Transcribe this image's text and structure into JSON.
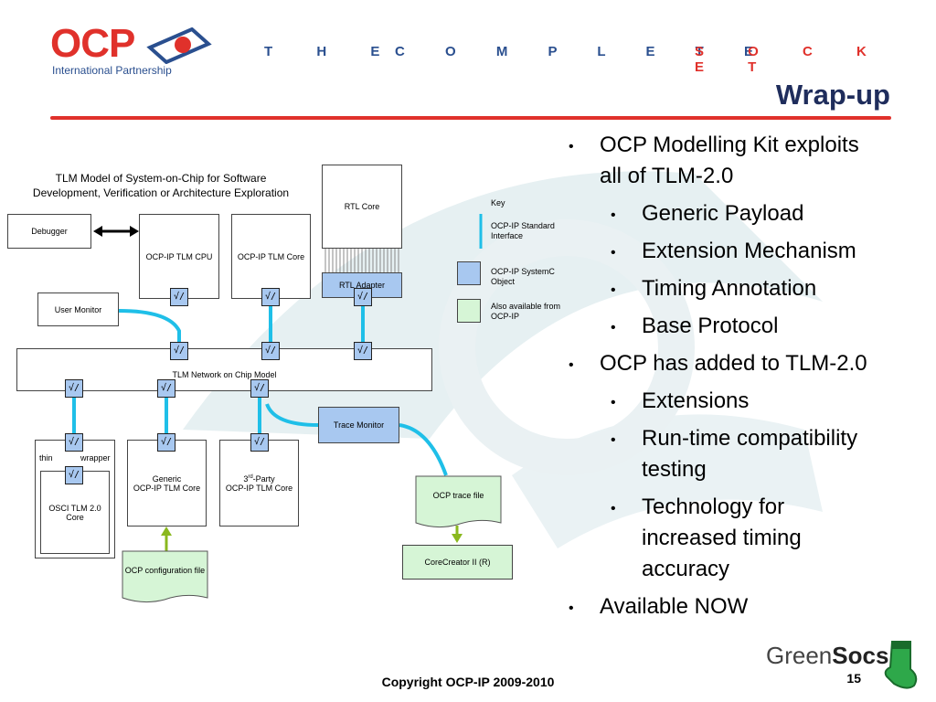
{
  "header": {
    "logo_text": "OCP",
    "logo_subtitle": "International Partnership",
    "tagline_the": "T H E",
    "tagline_complete": "C O M P L E T E",
    "tagline_socket": "S O C K E T",
    "title": "Wrap-up"
  },
  "bullets": [
    {
      "level": 1,
      "text": "OCP Modelling Kit exploits"
    },
    {
      "level": 1,
      "text": "all of TLM-2.0",
      "continuation": true
    },
    {
      "level": 2,
      "text": "Generic Payload"
    },
    {
      "level": 2,
      "text": "Extension Mechanism"
    },
    {
      "level": 2,
      "text": "Timing Annotation"
    },
    {
      "level": 2,
      "text": "Base Protocol"
    },
    {
      "level": 1,
      "text": "OCP has added to TLM-2.0"
    },
    {
      "level": 2,
      "text": "Extensions"
    },
    {
      "level": 2,
      "text": "Run-time compatibility"
    },
    {
      "level": 2,
      "text": "testing",
      "continuation": true
    },
    {
      "level": 2,
      "text": "Technology for"
    },
    {
      "level": 2,
      "text": "increased timing",
      "continuation": true
    },
    {
      "level": 2,
      "text": "accuracy",
      "continuation": true
    },
    {
      "level": 1,
      "text": "Available NOW"
    }
  ],
  "bullet_glyph": "•",
  "diagram": {
    "caption_line1": "TLM Model of System-on-Chip for Software",
    "caption_line2": "Development, Verification or Architecture Exploration",
    "debugger": "Debugger",
    "cpu": "OCP-IP TLM CPU",
    "core": "OCP-IP TLM Core",
    "rtl_core": "RTL Core",
    "rtl_adapter": "RTL Adapter",
    "user_monitor": "User Monitor",
    "network": "TLM Network on Chip Model",
    "trace_monitor": "Trace Monitor",
    "thin": "thin",
    "wrapper": "wrapper",
    "osci_line1": "OSCI TLM 2.0",
    "osci_line2": "Core",
    "generic_line1": "Generic",
    "generic_line2": "OCP-IP TLM Core",
    "third_num": "3",
    "third_sup": "rd",
    "third_rest": "-Party",
    "third_line2": "OCP-IP TLM Core",
    "trace_file": "OCP trace file",
    "config_file": "OCP configuration  file",
    "corecreator": "CoreCreator II (R)",
    "port_glyph": "√/",
    "key": {
      "title": "Key",
      "interface_line1": "OCP-IP Standard",
      "interface_line2": "Interface",
      "systemc_line1": "OCP-IP SystemC",
      "systemc_line2": "Object",
      "available_line1": "Also available from",
      "available_line2": "OCP-IP"
    }
  },
  "footer": {
    "copyright": "Copyright OCP-IP 2009-2010",
    "page_number": "15",
    "brand_green": "Green",
    "brand_socs": "Socs"
  },
  "colors": {
    "accent_red": "#e0312b",
    "brand_blue": "#2a4f8f",
    "link_cyan": "#1fbfe8",
    "arrow_green": "#8ab81e",
    "object_blue": "#a8c8f0",
    "available_green": "#d6f5d6"
  }
}
